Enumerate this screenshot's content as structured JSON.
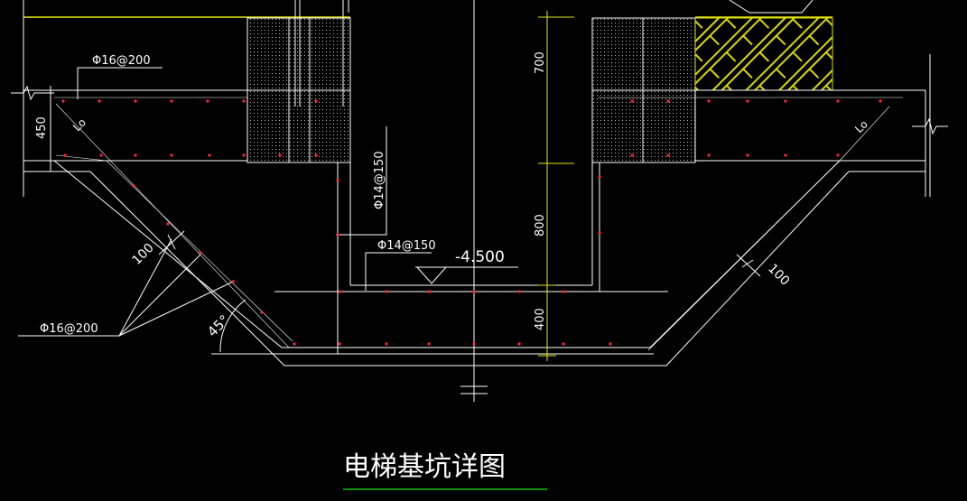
{
  "drawing": {
    "title": "电梯基坑详图",
    "colors": {
      "background": "#000000",
      "line": "#ffffff",
      "dimension": "#e8e800",
      "rebar_dot": "#ff2a2a",
      "title_underline": "#00c000",
      "hatch": "#d8d800"
    }
  },
  "annotations": {
    "rebar_top_left": "Φ16@200",
    "rebar_bottom_left": "Φ16@200",
    "rebar_vertical": "Φ14@150",
    "rebar_horizontal": "Φ14@150",
    "elevation": "-4.500",
    "dim_slab": "450",
    "anchor_left": "Lo",
    "anchor_right": "Lo",
    "cover_left": "100",
    "cover_right": "100",
    "angle": "45°",
    "dim_top": "700",
    "dim_mid": "800",
    "dim_bottom": "400"
  }
}
